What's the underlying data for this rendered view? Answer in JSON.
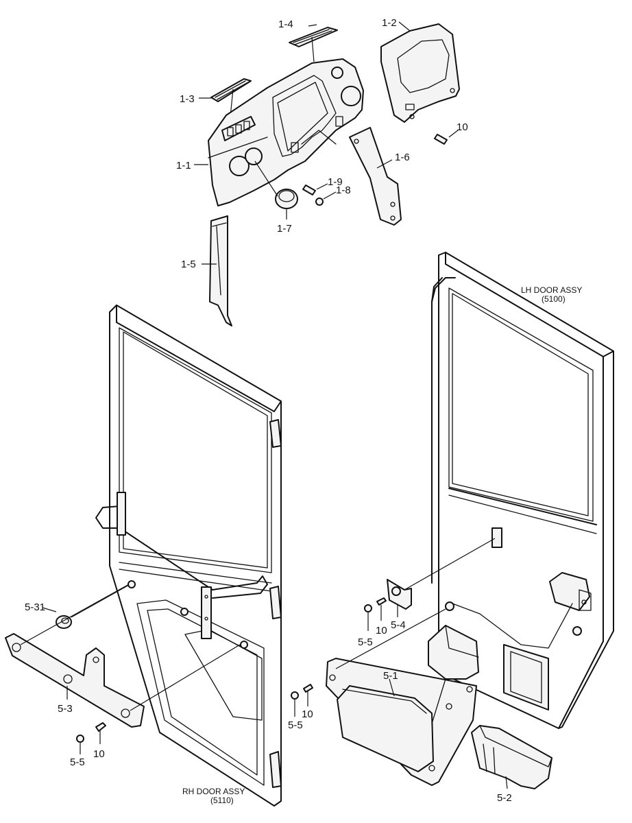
{
  "titles": {
    "lh_door": "LH DOOR ASSY",
    "lh_door_code": "(5100)",
    "rh_door": "RH DOOR ASSY",
    "rh_door_code": "(5110)"
  },
  "labels": {
    "p1_1": "1-1",
    "p1_2": "1-2",
    "p1_3": "1-3",
    "p1_4": "1-4",
    "p1_5": "1-5",
    "p1_6": "1-6",
    "p1_7": "1-7",
    "p1_8": "1-8",
    "p1_9": "1-9",
    "p10_a": "10",
    "p5_31": "5-31",
    "p5_3": "5-3",
    "p5_5_a": "5-5",
    "p10_b": "10",
    "p5_5_b": "5-5",
    "p10_c": "10",
    "p5_4": "5-4",
    "p5_5_c": "5-5",
    "p10_d": "10",
    "p5_1": "5-1",
    "p5_2": "5-2"
  }
}
